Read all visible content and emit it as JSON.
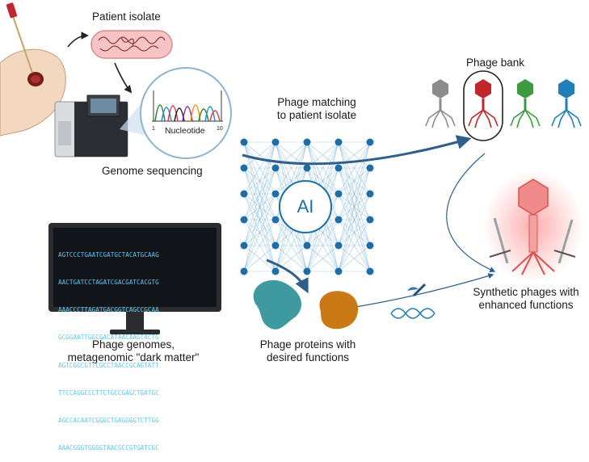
{
  "labels": {
    "patient_isolate": "Patient isolate",
    "genome_sequencing": "Genome sequencing",
    "nucleotide": "Nucleotide",
    "axis_start": "1",
    "axis_end": "10",
    "phage_bank": "Phage bank",
    "phage_matching_line1": "Phage matching",
    "phage_matching_line2": "to patient isolate",
    "ai": "AI",
    "synthetic_line1": "Synthetic phages with",
    "synthetic_line2": "enhanced functions",
    "genomes_line1": "Phage genomes,",
    "genomes_line2": "metagenomic \"dark matter\"",
    "proteins_line1": "Phage proteins with",
    "proteins_line2": "desired functions"
  },
  "monitor_lines": [
    "AGTCCCTGAATCGATGCTACATGCAAG",
    "AACTGATCCTAGATCGACGATCACGTG",
    "AAACCCTTAGATGACGGTCAGCCGCAA",
    "GCGGAATTGGCGACATAACAAGTACTG",
    "AGTCGGCGTTCGCCTAACCGCAGTATT",
    "TTCCAGGCCCTTCTGCCGAGCTGATGC",
    "AGCCACAATCGGGCTGAGGGGTCTTGG",
    "AAACGGGTGGGGTAACGCCGTGATCGC"
  ],
  "colors": {
    "arrow": "#2f5f8a",
    "node": "#1c6fa6",
    "phage_gray": "#8c8c8c",
    "phage_red": "#c0272d",
    "phage_green": "#3d9a3f",
    "phage_blue": "#1f7fb6",
    "protein_teal": "#3f9aa0",
    "protein_orange": "#c97a16",
    "monitor_text": "#5ec8f2"
  }
}
